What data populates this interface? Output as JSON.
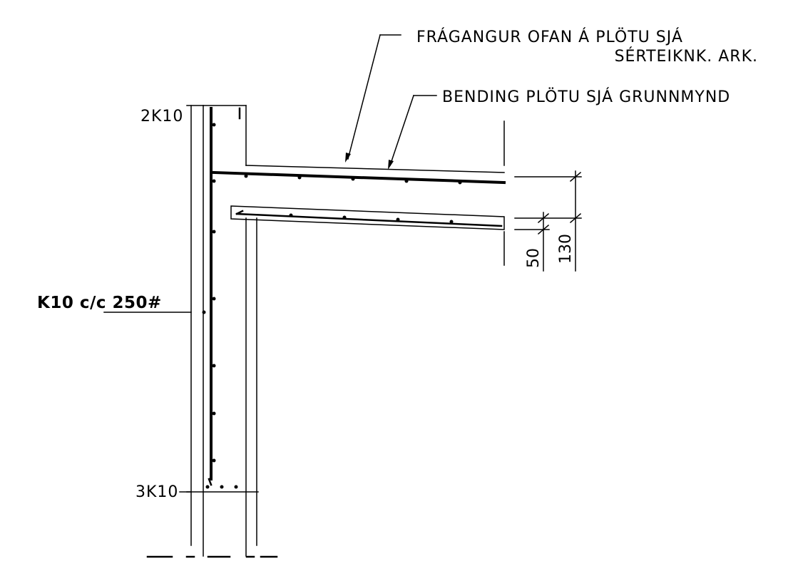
{
  "annotations": {
    "finish_line1": "FRÁGANGUR OFAN Á PLÖTU SJÁ",
    "finish_line2": "SÉRTEIKNK. ARK.",
    "bending": "BENDING PLÖTU SJÁ GRUNNMYND",
    "top_bars": "2K10",
    "wall_bars": "K10 c/c 250#",
    "bottom_bars": "3K10"
  },
  "dimensions": {
    "cover": "50",
    "slab_thickness": "130"
  },
  "colors": {
    "line": "#000000",
    "background": "#ffffff"
  }
}
